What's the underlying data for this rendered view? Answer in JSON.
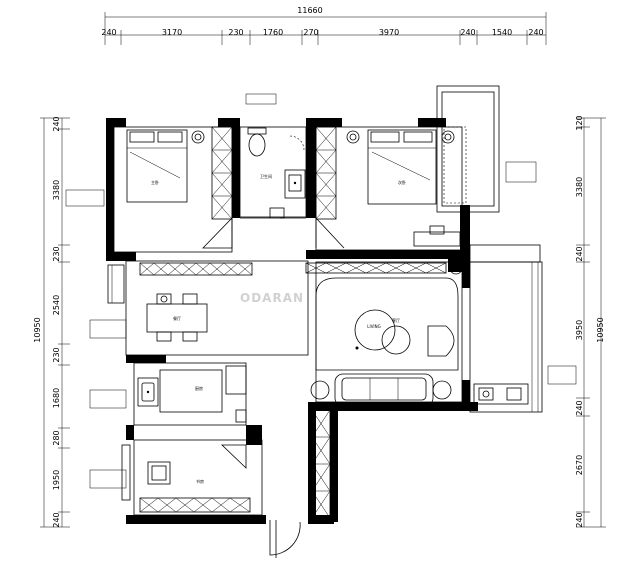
{
  "dimensions": {
    "top_total": "11660",
    "top_segments": [
      "240",
      "3170",
      "230",
      "1760",
      "270",
      "3970",
      "240",
      "1540",
      "240"
    ],
    "left_total": "10950",
    "left_segments": [
      "240",
      "3380",
      "230",
      "2540",
      "230",
      "1680",
      "280",
      "1950",
      "240"
    ],
    "right_total": "10950",
    "right_segments": [
      "120",
      "3380",
      "240",
      "3950",
      "240",
      "2670",
      "240"
    ]
  },
  "rooms": {
    "bedroom_1": "主卧",
    "bedroom_2": "次卧",
    "bathroom": "卫生间",
    "dining": "餐厅",
    "living_cn": "客厅",
    "living_en": "LIVING",
    "kitchen": "厨房",
    "study": "书房"
  },
  "watermark": "ODARAN"
}
